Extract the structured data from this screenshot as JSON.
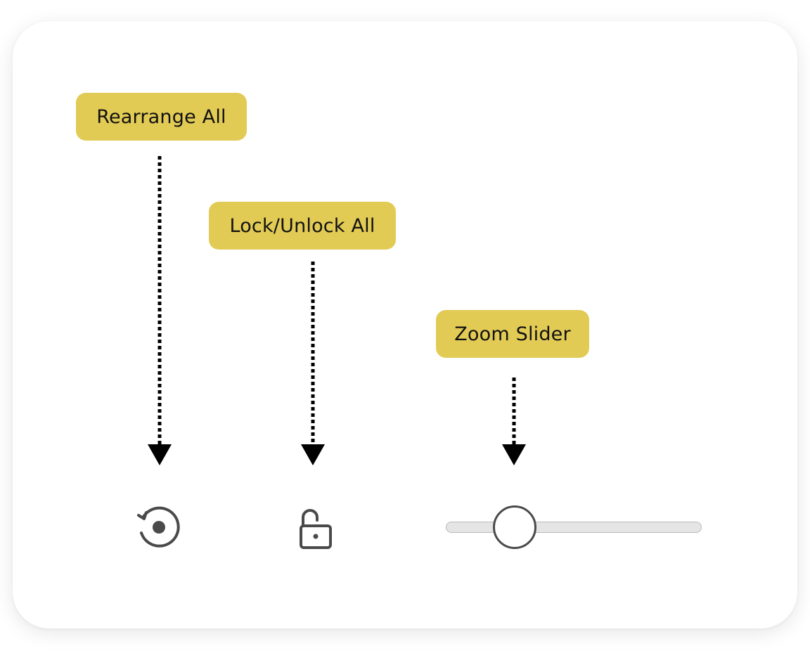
{
  "colors": {
    "label_bg": "#e2cb55",
    "arrow": "#000000",
    "icon": "#4a4a4a",
    "track": "#e5e5e5"
  },
  "labels": {
    "rearrange": "Rearrange All",
    "lock": "Lock/Unlock All",
    "zoom": "Zoom Slider"
  },
  "controls": {
    "rearrange_icon": "rotate-reset-icon",
    "lock_icon": "unlock-icon",
    "zoom": {
      "min": 0,
      "max": 100,
      "value": 27
    }
  }
}
